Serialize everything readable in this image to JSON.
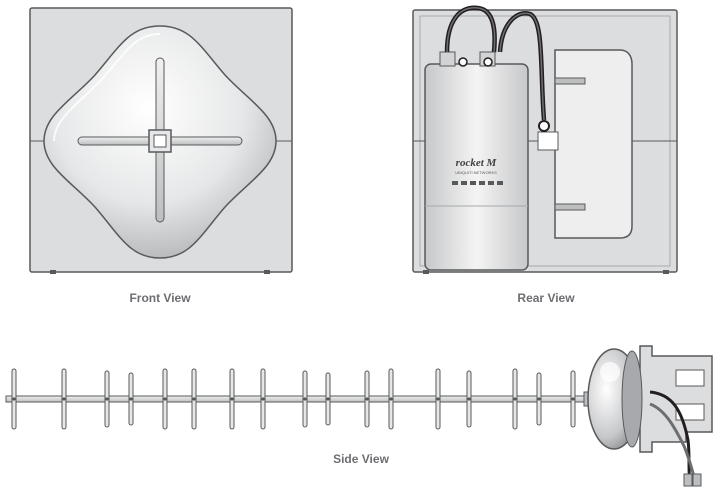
{
  "captions": {
    "front": "Front View",
    "rear": "Rear View",
    "side": "Side View"
  },
  "device": {
    "brand_text": "rocket M",
    "brand_subtext": "UBIQUITI NETWORKS"
  },
  "colors": {
    "panel_fill": "#dcdddf",
    "panel_edge": "#58595b",
    "metal_light": "#f2f2f2",
    "metal_mid": "#bcbec0",
    "cable": "#231f20",
    "caption": "#6d6e71"
  },
  "icons": [
    "front-view-icon",
    "rear-view-icon",
    "side-view-icon"
  ]
}
